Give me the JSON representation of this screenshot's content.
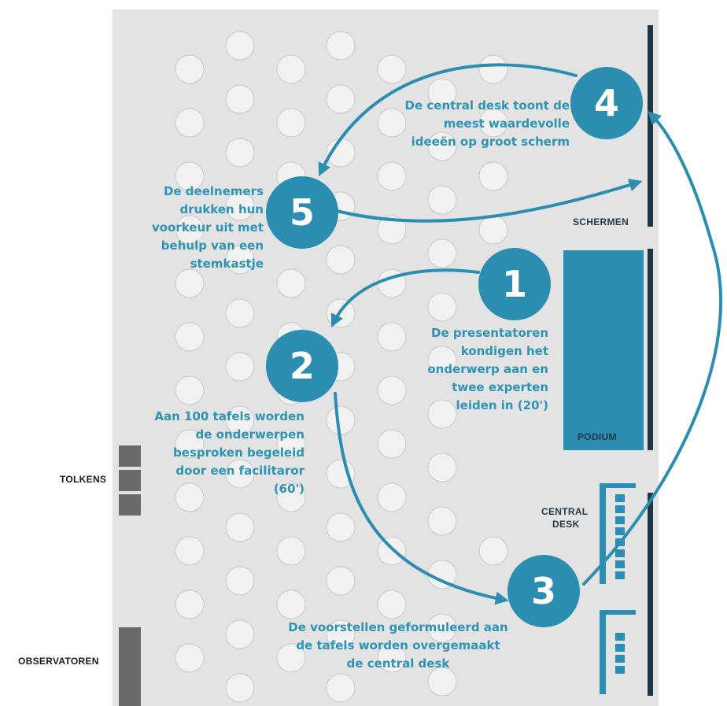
{
  "colors": {
    "floor": "#e3e3e3",
    "table": "#f1f1f1",
    "table_stroke": "#c9c9c9",
    "accent": "#2b8db0",
    "label": "#2f93b4",
    "screen": "#1e3743",
    "booth": "#6a6a6a"
  },
  "steps": [
    {
      "number": "1",
      "lines": [
        "De presentatoren",
        "kondigen het",
        "onderwerp aan en",
        "twee experten",
        "leiden in (20')"
      ]
    },
    {
      "number": "2",
      "lines": [
        "Aan 100 tafels worden",
        "de onderwerpen",
        "besproken begeleid",
        "door een facilitaror",
        "(60')"
      ]
    },
    {
      "number": "3",
      "lines": [
        "De voorstellen geformuleerd aan",
        "de tafels worden overgemaakt",
        "de central desk"
      ]
    },
    {
      "number": "4",
      "lines": [
        "De central desk toont de",
        "meest waardevolle",
        "ideeën op groot scherm"
      ]
    },
    {
      "number": "5",
      "lines": [
        "De deelnemers",
        "drukken hun",
        "voorkeur uit met",
        "behulp van een",
        "stemkastje"
      ]
    }
  ],
  "areas": {
    "schermen": "SCHERMEN",
    "podium": "PODIUM",
    "central_desk": [
      "CENTRAL",
      "DESK"
    ],
    "tolkens": "TOLKENS",
    "observatoren": "OBSERVATOREN"
  }
}
